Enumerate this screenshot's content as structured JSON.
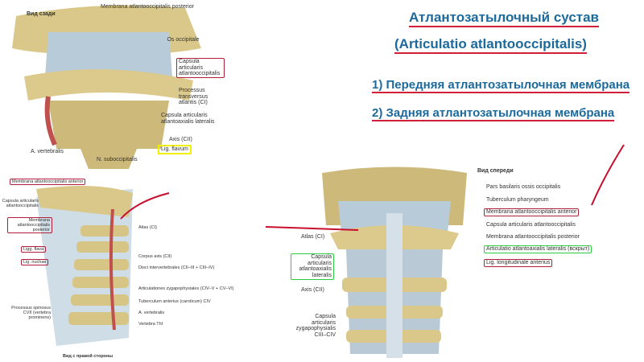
{
  "slide": {
    "title": "Атлантозатылочный сустав",
    "subtitle": "(Articulatio atlantooccipitalis)",
    "items": [
      "1)  Передняя атлантозатылочная мембрана",
      "2) Задняя атлантозатылочная мембрана"
    ],
    "accent": "#1c6a9c",
    "underline": "#d0203a"
  },
  "fig_posterior": {
    "view": "Вид сзади",
    "labels": [
      "Membrana atlantooccipitalis posterior",
      "Os occipitale",
      "Capsula articularis atlantooccipitalis",
      "Processus transversus atlantis (CI)",
      "Capsula articularis atlantoaxialis lateralis",
      "Axis (CII)",
      "Lig. flavum",
      "A. vertebralis",
      "N. suboccipitalis"
    ]
  },
  "fig_lateral": {
    "view": "Вид с правой стороны",
    "labels": [
      "Membrana atlantooccipitalis anterior",
      "Capsula articularis atlantooccipitalis",
      "Membrana atlantooccipitalis posterior",
      "Ligg. flava",
      "Lig. nuchae",
      "Processus spinosus CVII (vertebra prominens)",
      "Atlas (CI)",
      "Corpus axis (CII)",
      "Disci intervertebrales (CII–III + CIII–IV)",
      "Articulationes zygapophysiales (CIV–V + CV–VI)",
      "Tuberculum anterius (caroticum) CIV",
      "A. vertebralis",
      "Vertebra ThI"
    ]
  },
  "fig_anterior": {
    "view": "Вид спереди",
    "labels": [
      "Pars basilaris ossis occipitalis",
      "Tuberculum pharyngeum",
      "Membrana atlantooccipitalis anterior",
      "Capsula articularis atlantooccipitalis",
      "Membrana atlantooccipitalis posterior",
      "Articulatio atlantoaxialis lateralis (вскрыт)",
      "Lig. longitudinale anterius",
      "Atlas (CI)",
      "Capsula articularis atlantoaxialis lateralis",
      "Axis (CII)",
      "Capsula articularis zygapophysialis CIII–CIV"
    ]
  }
}
